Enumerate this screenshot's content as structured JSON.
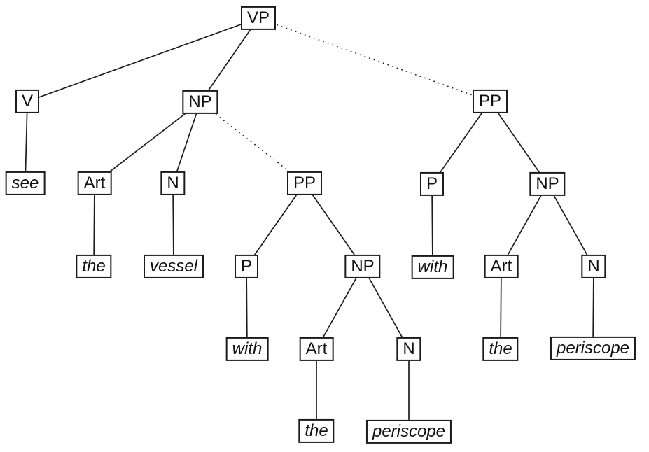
{
  "diagram": {
    "type": "syntax-parse-tree",
    "colors": {
      "background": "#ffffff",
      "line": "#1c1c1c",
      "box_border": "#1b1b1b",
      "text": "#111111"
    },
    "nodes": {
      "vp": {
        "label": "VP"
      },
      "v": {
        "label": "V"
      },
      "np1": {
        "label": "NP"
      },
      "pp2": {
        "label": "PP"
      },
      "see": {
        "label": "see",
        "italic": true
      },
      "art1": {
        "label": "Art"
      },
      "n1": {
        "label": "N"
      },
      "pp1": {
        "label": "PP"
      },
      "p2": {
        "label": "P"
      },
      "np3": {
        "label": "NP"
      },
      "the1": {
        "label": "the",
        "italic": true
      },
      "vessel": {
        "label": "vessel",
        "italic": true
      },
      "p1": {
        "label": "P"
      },
      "np2": {
        "label": "NP"
      },
      "with2": {
        "label": "with",
        "italic": true
      },
      "art3": {
        "label": "Art"
      },
      "n3": {
        "label": "N"
      },
      "with1": {
        "label": "with",
        "italic": true
      },
      "art2": {
        "label": "Art"
      },
      "n2": {
        "label": "N"
      },
      "the3": {
        "label": "the",
        "italic": true
      },
      "periscope2": {
        "label": "periscope",
        "italic": true
      },
      "the2": {
        "label": "the",
        "italic": true
      },
      "periscope1": {
        "label": "periscope",
        "italic": true
      }
    },
    "edges": [
      {
        "from": "vp",
        "to": "v",
        "style": "solid"
      },
      {
        "from": "vp",
        "to": "np1",
        "style": "solid"
      },
      {
        "from": "vp",
        "to": "pp2",
        "style": "dotted"
      },
      {
        "from": "v",
        "to": "see",
        "style": "solid"
      },
      {
        "from": "np1",
        "to": "art1",
        "style": "solid"
      },
      {
        "from": "np1",
        "to": "n1",
        "style": "solid"
      },
      {
        "from": "np1",
        "to": "pp1",
        "style": "dotted"
      },
      {
        "from": "art1",
        "to": "the1",
        "style": "solid"
      },
      {
        "from": "n1",
        "to": "vessel",
        "style": "solid"
      },
      {
        "from": "pp1",
        "to": "p1",
        "style": "solid"
      },
      {
        "from": "pp1",
        "to": "np2",
        "style": "solid"
      },
      {
        "from": "p1",
        "to": "with1",
        "style": "solid"
      },
      {
        "from": "np2",
        "to": "art2",
        "style": "solid"
      },
      {
        "from": "np2",
        "to": "n2",
        "style": "solid"
      },
      {
        "from": "art2",
        "to": "the2",
        "style": "solid"
      },
      {
        "from": "n2",
        "to": "periscope1",
        "style": "solid"
      },
      {
        "from": "pp2",
        "to": "p2",
        "style": "solid"
      },
      {
        "from": "pp2",
        "to": "np3",
        "style": "solid"
      },
      {
        "from": "p2",
        "to": "with2",
        "style": "solid"
      },
      {
        "from": "np3",
        "to": "art3",
        "style": "solid"
      },
      {
        "from": "np3",
        "to": "n3",
        "style": "solid"
      },
      {
        "from": "art3",
        "to": "the3",
        "style": "solid"
      },
      {
        "from": "n3",
        "to": "periscope2",
        "style": "solid"
      }
    ]
  }
}
